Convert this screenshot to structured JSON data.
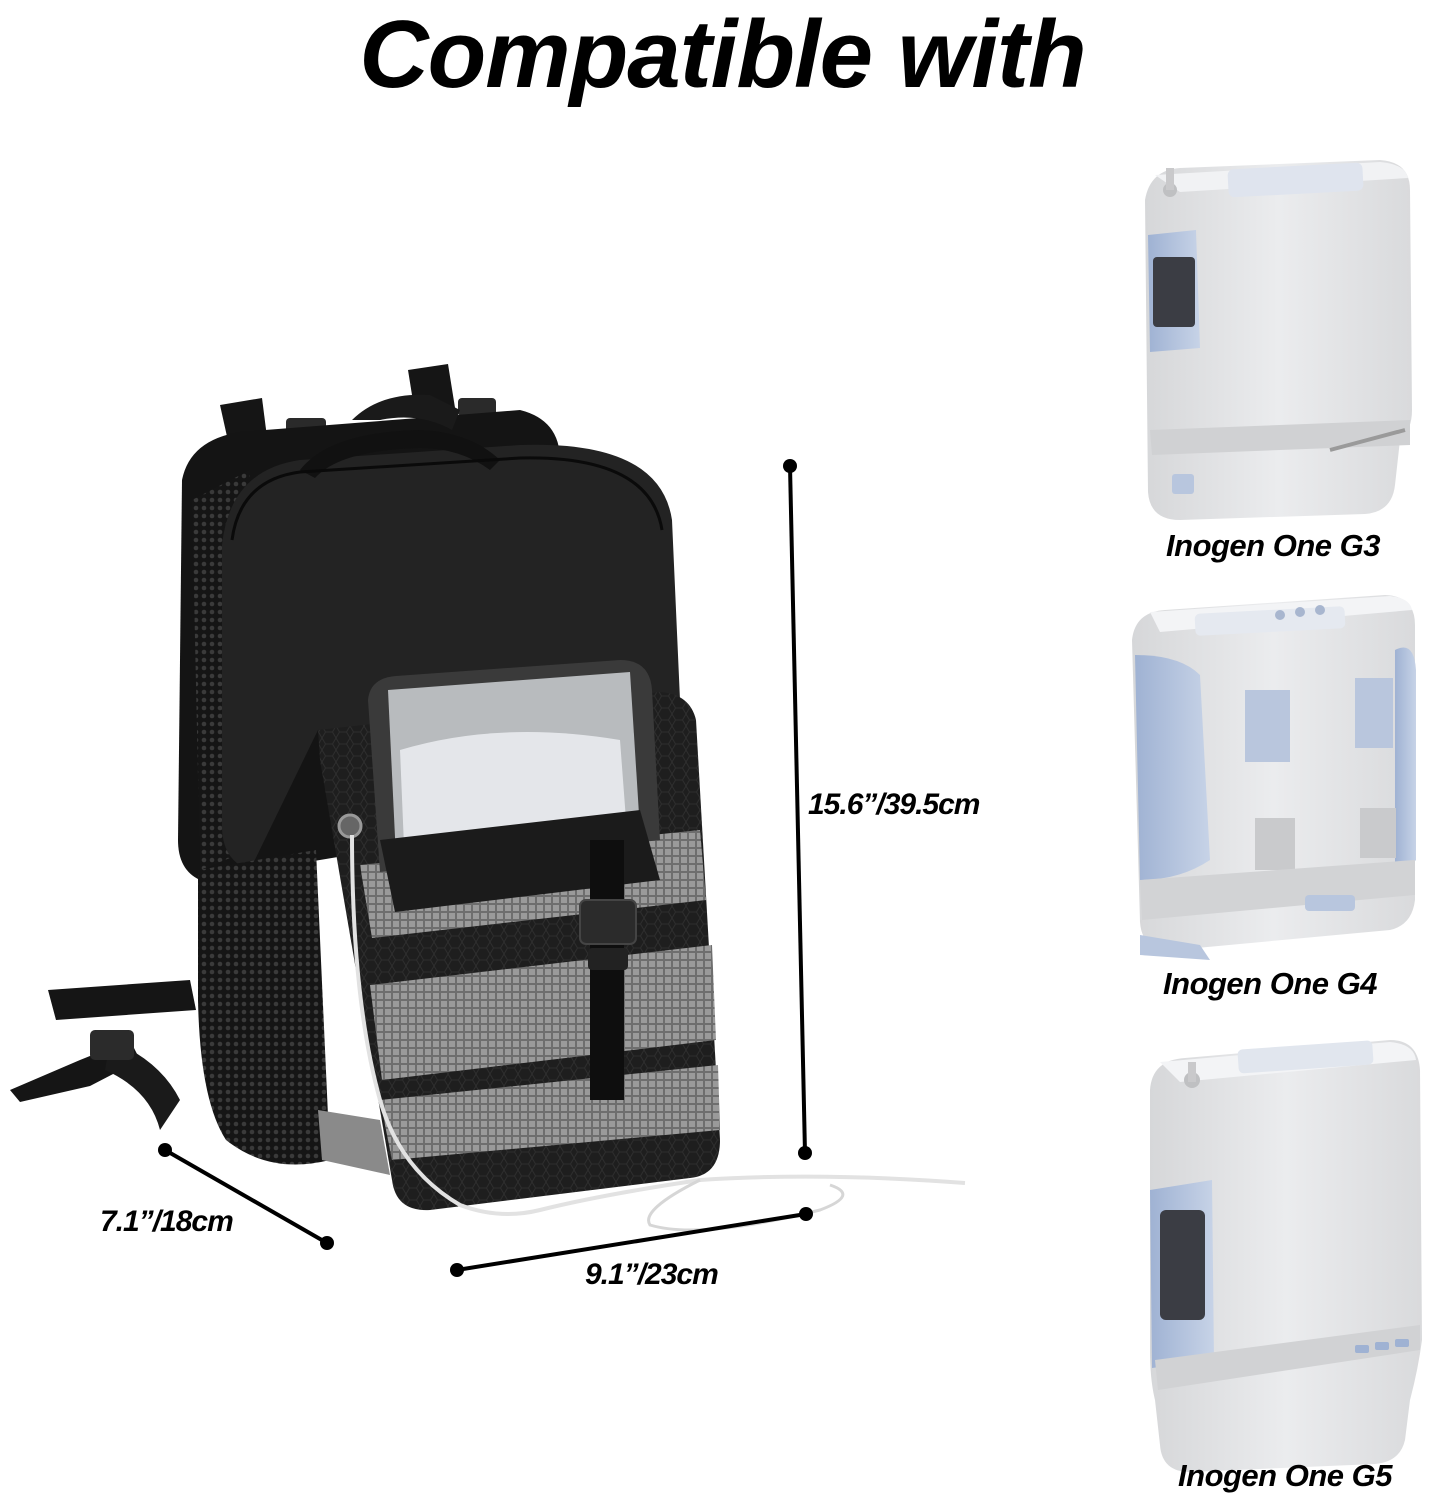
{
  "title": "Compatible with",
  "dimensions": {
    "height_label": "15.6”/39.5cm",
    "depth_label": "7.1”/18cm",
    "width_label": "9.1”/23cm"
  },
  "devices": [
    {
      "label": "Inogen One G3"
    },
    {
      "label": "Inogen One G4"
    },
    {
      "label": "Inogen One G5"
    }
  ],
  "colors": {
    "bag": "#1c1c1c",
    "device_body": "#e4e5e7",
    "device_accent": "#b8c6de"
  }
}
